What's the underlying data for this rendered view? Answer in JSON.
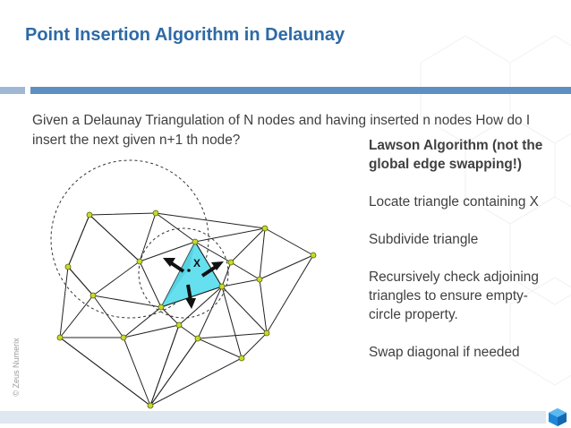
{
  "slide": {
    "title": "Point Insertion Algorithm in Delaunay",
    "intro_text": "Given a Delaunay Triangulation of N nodes and having inserted n nodes How do I insert the next given n+1 th node?",
    "steps": [
      "Lawson Algorithm (not the global edge swapping!)",
      "Locate triangle containing X",
      "Subdivide triangle",
      "Recursively check adjoining triangles to ensure empty-circle property.",
      "Swap diagonal if needed"
    ],
    "copyright": "© Zeus Numerix"
  },
  "diagram": {
    "point_label": "X"
  },
  "colors": {
    "title": "#2e6aa6",
    "accent_bar": "#5e8fc3",
    "triangle_fill": "#66e0ee",
    "node_fill": "#c8d82e",
    "text": "#404040"
  }
}
